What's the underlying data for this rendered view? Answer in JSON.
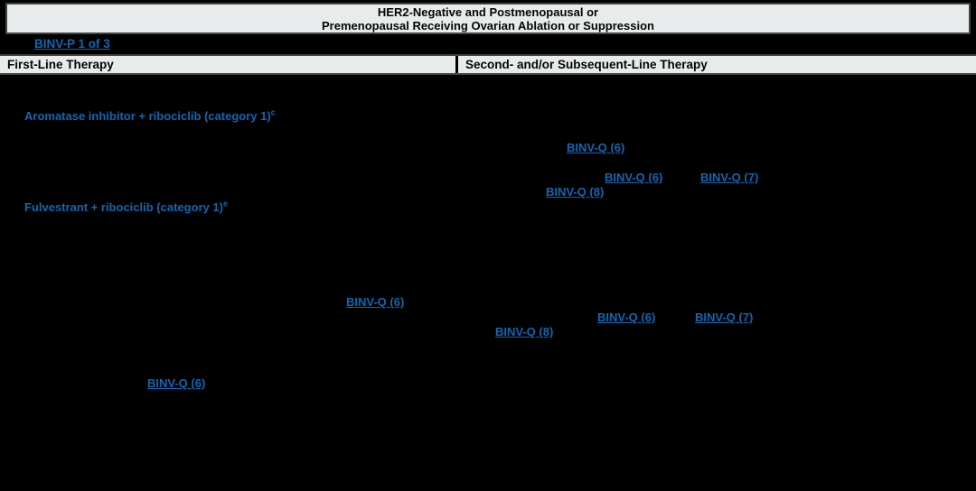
{
  "colors": {
    "background": "#000000",
    "panel_fill": "#e8ebeb",
    "text_black": "#050505",
    "link_blue": "#1565b0"
  },
  "title_box": {
    "line1": "HER2-Negative and Postmenopausal or",
    "line2": "Premenopausal Receiving Ovarian Ablation or Suppression"
  },
  "page_link": {
    "label": "BINV-P 1 of 3"
  },
  "column_headers": {
    "first_line": "First-Line Therapy",
    "subsequent_line": "Second- and/or Subsequent-Line Therapy"
  },
  "therapies": [
    {
      "label": "Aromatase inhibitor + ribociclib (category 1)",
      "footnote": "c"
    },
    {
      "label": "Fulvestrant + ribociclib (category 1)",
      "footnote": "e"
    }
  ],
  "reference_links": [
    {
      "label": "BINV-Q (6)"
    },
    {
      "label": "BINV-Q (6)"
    },
    {
      "label": "BINV-Q (7)"
    },
    {
      "label": "BINV-Q (8)"
    },
    {
      "label": "BINV-Q (6)"
    },
    {
      "label": "BINV-Q (6)"
    },
    {
      "label": "BINV-Q (7)"
    },
    {
      "label": "BINV-Q (8)"
    },
    {
      "label": "BINV-Q (6)"
    }
  ]
}
